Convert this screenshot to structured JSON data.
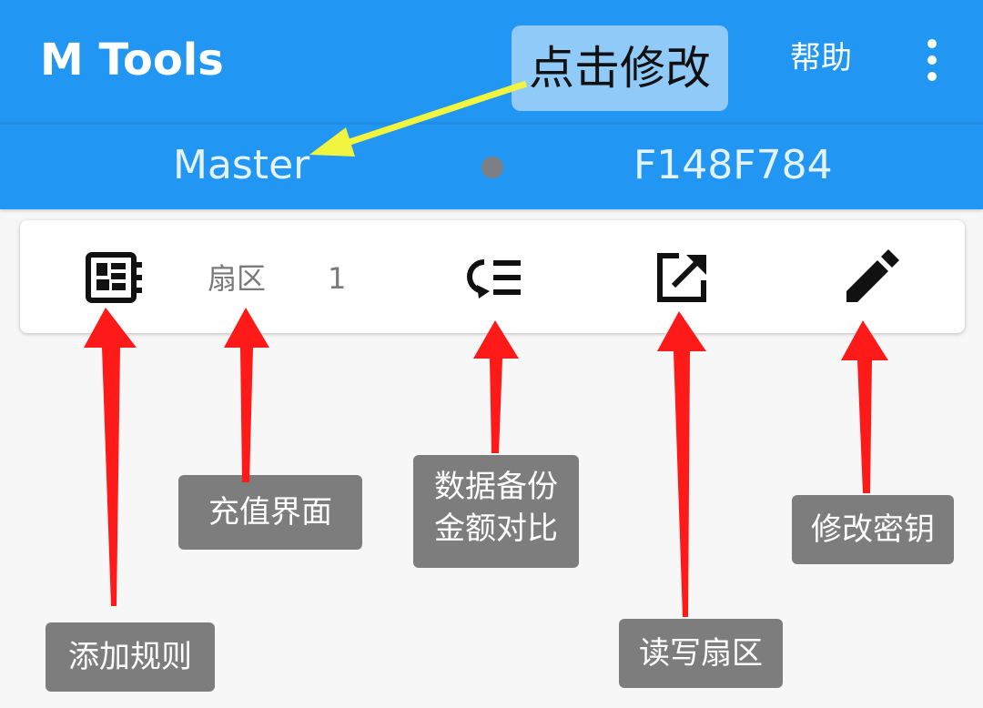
{
  "appbar": {
    "title": "M Tools",
    "help_label": "帮助",
    "more_icon": "more-vert-icon"
  },
  "subbar": {
    "key_type": "Master",
    "status_dot_color": "#7a7f85",
    "card_uid": "F148F784"
  },
  "toolbar": {
    "add_rule_icon": "memory-chip-icon",
    "sector_label": "扇区",
    "sector_value": "1",
    "backup_compare_icon": "list-compare-icon",
    "read_write_icon": "open-external-icon",
    "edit_key_icon": "pencil-icon"
  },
  "annotations": {
    "click_to_edit": "点击修改",
    "recharge_ui": "充值界面",
    "backup_line1": "数据备份",
    "backup_line2": "金额对比",
    "edit_key": "修改密钥",
    "add_rule": "添加规则",
    "read_write_sector": "读写扇区"
  },
  "colors": {
    "primary": "#2196f3",
    "annotation_arrow_red": "#ff1a1a",
    "annotation_arrow_yellow": "#f2f540",
    "callout_bg": "#7d7d7d",
    "top_callout_bg": "#90caf9"
  }
}
